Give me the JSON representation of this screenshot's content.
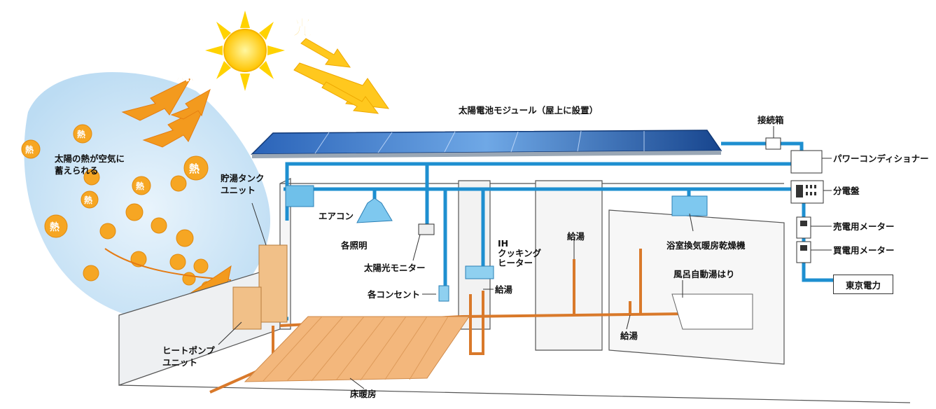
{
  "sun": {
    "heat_label": "熱",
    "light_label": "光"
  },
  "heat_bubble": {
    "glyph": "熱",
    "text": "太陽の熱が空気に\n蓄えられる"
  },
  "labels": {
    "solar_module": "太陽電池モジュール（屋上に設置）",
    "junction_box": "接続箱",
    "power_conditioner": "パワーコンディショナー",
    "distribution_board": "分電盤",
    "sell_meter": "売電用メーター",
    "buy_meter": "買電用メーター",
    "utility": "東京電力",
    "storage_tank": "貯湯タンク\nユニット",
    "aircon": "エアコン",
    "lighting": "各照明",
    "solar_monitor": "太陽光モニター",
    "ih_heater": "IH\nクッキング\nヒーター",
    "outlets": "各コンセント",
    "hot_water_kitchen": "給湯",
    "hot_water_wash": "給湯",
    "hot_water_bath": "給湯",
    "bath_dryer": "浴室換気暖房乾燥機",
    "auto_bath": "風呂自動湯はり",
    "heat_pump": "ヒートポンプ\nユニット",
    "floor_heating": "床暖房"
  },
  "colors": {
    "wire": "#1e8fd0",
    "pipe": "#d9792a",
    "floor": "#f3b77c",
    "panel": "#1d4f9c",
    "sun": "#ffd200",
    "heat_ball": "#f6a623",
    "sky": "#cfe6f7"
  }
}
